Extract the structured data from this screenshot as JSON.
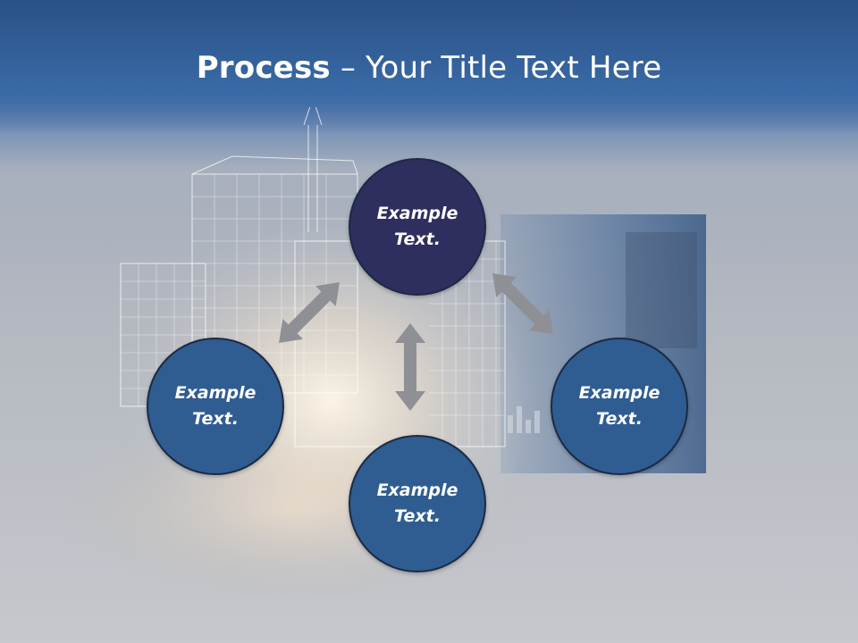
{
  "slide": {
    "title_bold": "Process",
    "title_rest": " – Your Title Text Here",
    "nodes": {
      "top": "Example\nText.",
      "left": "Example\nText.",
      "right": "Example\nText.",
      "bottom": "Example\nText."
    }
  },
  "colors": {
    "header": "#3a6aa6",
    "top_circle": "#2e2f5e",
    "other_circles": "#2f5d91",
    "arrows": "#8e9095"
  }
}
